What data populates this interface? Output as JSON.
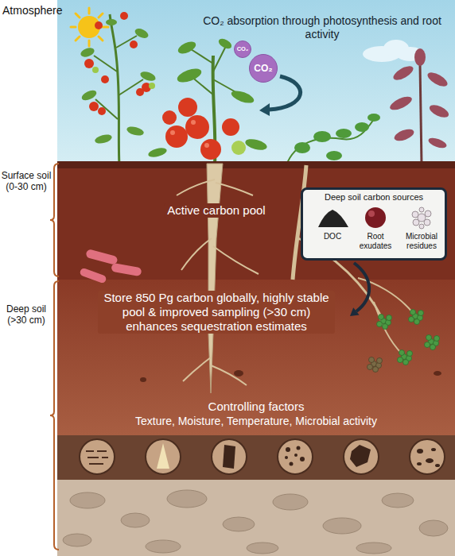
{
  "diagram": {
    "nodes": [
      {
        "text": [
          "Deep soil carbon sources"
        ]
      }
    ],
    "labels": [
      "Atmosphere",
      "Surface soil (0-30 cm)",
      "Deep soil (>30 cm)",
      "CO₂ absorption through photosynthesis and root activity",
      "CO₂",
      "CO₂",
      "Active carbon pool",
      "DOC",
      "Root exudates",
      "Microbial residues",
      "Store 850 Pg carbon globally, highly stable pool & improved sampling (>30 cm) enhances sequestration estimates",
      "Controlling factors",
      "Texture, Moisture, Temperature, Microbial activity"
    ]
  }
}
